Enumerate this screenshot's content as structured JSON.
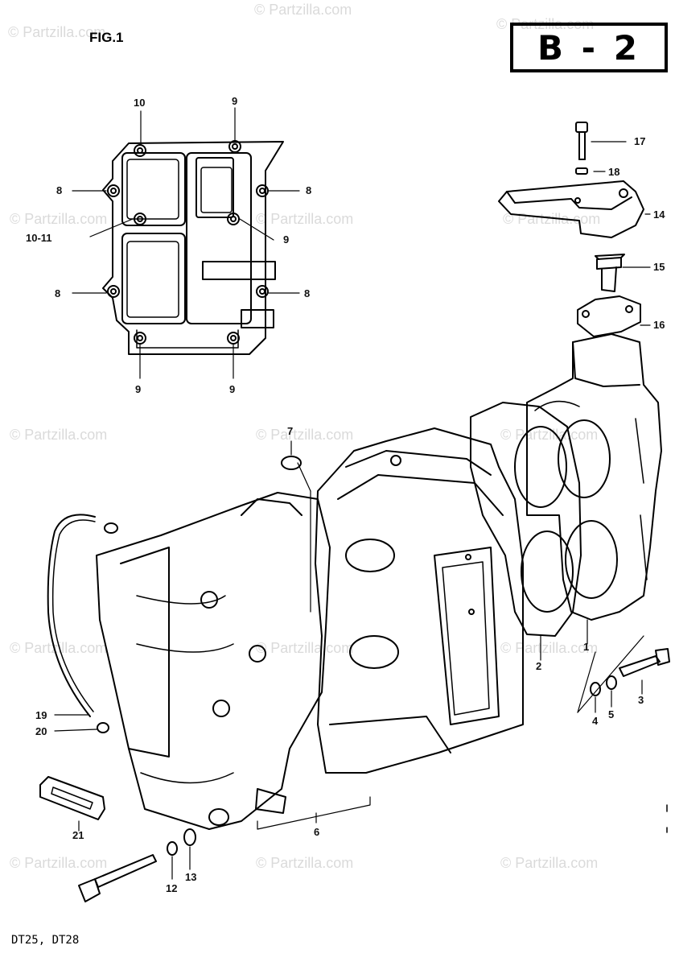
{
  "figure_label": "FIG.1",
  "section_code": "B - 2",
  "footer_models": "DT25, DT28",
  "watermarks": [
    "© Partzilla.com"
  ],
  "callouts": [
    "1",
    "2",
    "3",
    "4",
    "5",
    "6",
    "7",
    "8",
    "9",
    "10",
    "10-11",
    "12",
    "13",
    "14",
    "15",
    "16",
    "17",
    "18",
    "19",
    "20",
    "21"
  ]
}
